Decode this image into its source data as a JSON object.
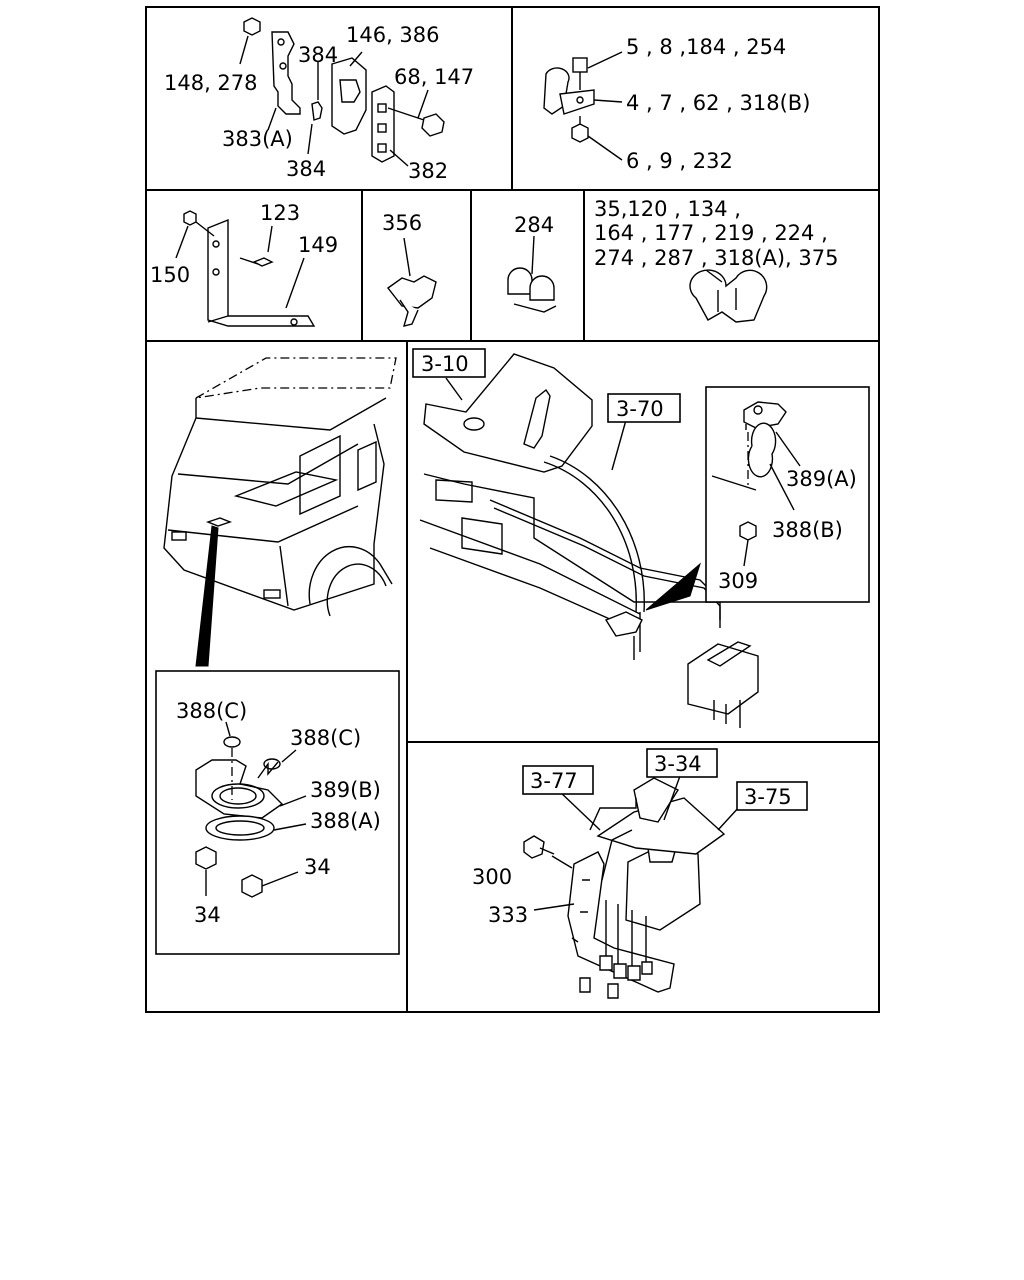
{
  "diagram": {
    "panels": {
      "top_left": {
        "labels": {
          "a": "148, 278",
          "b": "384",
          "c": "146, 386",
          "d": "68, 147",
          "e": "383(A)",
          "f": "384",
          "g": "382"
        }
      },
      "top_right": {
        "labels": {
          "a": "5 , 8 ,184 , 254",
          "b": "4 , 7 , 62 , 318(B)",
          "c": "6 , 9 , 232"
        }
      },
      "mid_bracket": {
        "labels": {
          "a": "123",
          "b": "149",
          "c": "150"
        }
      },
      "mid_clip": {
        "labels": {
          "a": "356"
        }
      },
      "mid_clamp": {
        "labels": {
          "a": "284"
        }
      },
      "mid_grommet": {
        "labels": {
          "line1": "35,120 , 134 ,",
          "line2": "164 , 177 , 219 , 224 ,",
          "line3": "274 , 287 , 318(A), 375"
        }
      },
      "truck_detail": {
        "labels": {
          "a": "388(C)",
          "b": "388(C)",
          "c": "389(B)",
          "d": "388(A)",
          "e": "34",
          "f": "34"
        }
      },
      "piping": {
        "refs": {
          "a": "3-10",
          "b": "3-70"
        },
        "inset_labels": {
          "a": "389(A)",
          "b": "388(B)",
          "c": "309"
        }
      },
      "valve": {
        "refs": {
          "a": "3-77",
          "b": "3-34",
          "c": "3-75"
        },
        "labels": {
          "a": "300",
          "b": "333"
        }
      }
    }
  }
}
